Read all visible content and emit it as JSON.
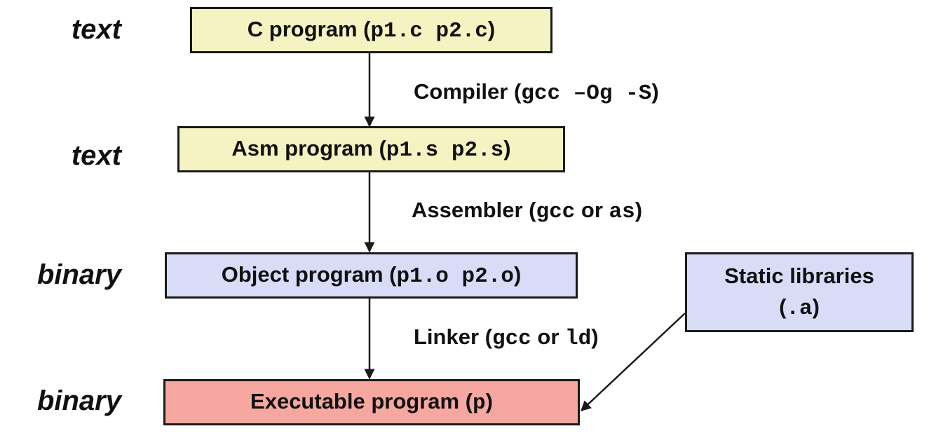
{
  "labels": {
    "text1": "text",
    "text2": "text",
    "binary1": "binary",
    "binary2": "binary"
  },
  "boxes": {
    "c_program": {
      "prefix": "C program (",
      "code": "p1.c p2.c",
      "suffix": ")"
    },
    "asm_program": {
      "prefix": "Asm program (",
      "code": "p1.s p2.s",
      "suffix": ")"
    },
    "object_program": {
      "prefix": "Object program (",
      "code": "p1.o p2.o",
      "suffix": ")"
    },
    "executable_program": {
      "prefix": "Executable program (",
      "code": "p",
      "suffix": ")"
    },
    "static_libraries": {
      "line1": "Static libraries",
      "prefix": "(",
      "code": ".a",
      "suffix": ")"
    }
  },
  "steps": {
    "compiler": {
      "prefix": "Compiler (",
      "code": "gcc –Og -S",
      "suffix": ")"
    },
    "assembler": {
      "prefix": "Assembler (",
      "code1": "gcc",
      "middle": " or ",
      "code2": "as",
      "suffix": ")"
    },
    "linker": {
      "prefix": "Linker (",
      "code1": "gcc",
      "middle": " or ",
      "code2": "ld",
      "suffix": ")"
    }
  },
  "colors": {
    "text_box": "#f6f3c2",
    "binary_box": "#d8dcf7",
    "executable_box": "#f6a8a0",
    "border": "#1a1a1a"
  }
}
